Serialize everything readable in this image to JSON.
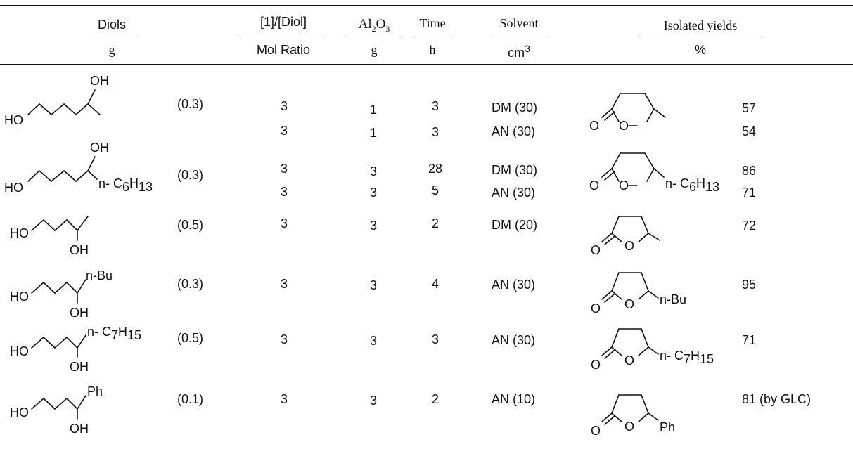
{
  "headers": {
    "diols": "Diols",
    "diols_unit": "g",
    "ratio": "[1]/[Diol]",
    "ratio_unit": "Mol Ratio",
    "al_main": "Al",
    "al_sub1": "2",
    "al_o": "O",
    "al_sub2": "3",
    "al_unit": "g",
    "time": "Time",
    "time_unit": "h",
    "solvent": "Solvent",
    "solvent_unit_main": "cm",
    "solvent_unit_sup": "3",
    "yields": "Isolated yields",
    "yields_unit": "%"
  },
  "chem": {
    "OH": "OH",
    "HO": "HO",
    "O": "O",
    "nBu": "n-Bu",
    "Ph": "Ph",
    "nC": "n- C",
    "H": "H",
    "s6": "6",
    "s13": "13",
    "s7": "7",
    "s15": "15"
  },
  "rows": [
    {
      "amount": "(0.3)",
      "ratio": "3",
      "al": "1",
      "time": "3",
      "solvent": "DM (30)",
      "yield": "57"
    },
    {
      "amount": "",
      "ratio": "3",
      "al": "1",
      "time": "3",
      "solvent": "AN (30)",
      "yield": "54"
    },
    {
      "amount": "(0.3)",
      "ratio": "3",
      "al": "3",
      "time": "28",
      "solvent": "DM (30)",
      "yield": "86"
    },
    {
      "amount": "",
      "ratio": "3",
      "al": "3",
      "time": "5",
      "solvent": "AN (30)",
      "yield": "71"
    },
    {
      "amount": "(0.5)",
      "ratio": "3",
      "al": "3",
      "time": "2",
      "solvent": "DM (20)",
      "yield": "72"
    },
    {
      "amount": "(0.3)",
      "ratio": "3",
      "al": "3",
      "time": "4",
      "solvent": "AN (30)",
      "yield": "95"
    },
    {
      "amount": "(0.5)",
      "ratio": "3",
      "al": "3",
      "time": "3",
      "solvent": "AN (30)",
      "yield": "71"
    },
    {
      "amount": "(0.1)",
      "ratio": "3",
      "al": "3",
      "time": "2",
      "solvent": "AN (10)",
      "yield": "81 (by GLC)"
    }
  ]
}
